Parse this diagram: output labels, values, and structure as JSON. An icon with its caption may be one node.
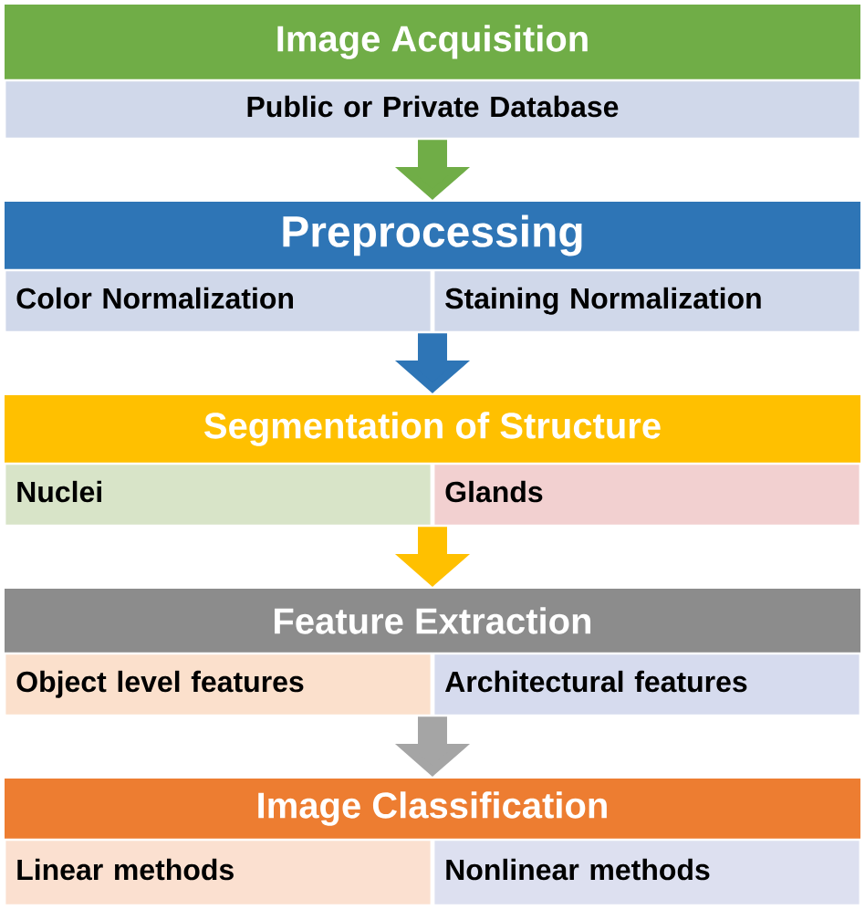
{
  "diagram": {
    "nodes": [
      {
        "text": [
          "Image Acquisition"
        ]
      },
      {
        "text": [
          "Public or Private Database"
        ]
      },
      {
        "text": [
          "Preprocessing"
        ]
      },
      {
        "text": [
          "Color Normalization"
        ]
      },
      {
        "text": [
          "Staining Normalization"
        ]
      },
      {
        "text": [
          "Segmentation of Structure"
        ]
      },
      {
        "text": [
          "Nuclei"
        ]
      },
      {
        "text": [
          "Glands"
        ]
      },
      {
        "text": [
          "Feature Extraction"
        ]
      },
      {
        "text": [
          "Object level features"
        ]
      },
      {
        "text": [
          "Architectural features"
        ]
      },
      {
        "text": [
          "Image Classification"
        ]
      },
      {
        "text": [
          "Linear methods"
        ]
      },
      {
        "text": [
          "Nonlinear methods"
        ]
      }
    ],
    "edges": [
      {
        "from": 1,
        "to": 2,
        "arrow": "to",
        "color": "#70ad47"
      },
      {
        "from": 3,
        "to": 5,
        "arrow": "to",
        "color": "#2e75b6"
      },
      {
        "from": 4,
        "to": 5,
        "arrow": "to",
        "color": "#2e75b6"
      },
      {
        "from": 6,
        "to": 8,
        "arrow": "to",
        "color": "#ffc000"
      },
      {
        "from": 7,
        "to": 8,
        "arrow": "to",
        "color": "#ffc000"
      },
      {
        "from": 9,
        "to": 11,
        "arrow": "to",
        "color": "#a5a5a5"
      },
      {
        "from": 10,
        "to": 11,
        "arrow": "to",
        "color": "#a5a5a5"
      }
    ]
  }
}
